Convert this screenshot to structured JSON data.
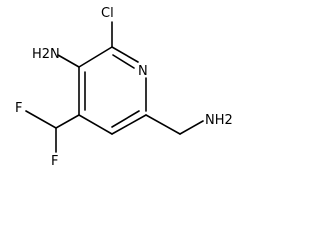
{
  "molecule": {
    "atoms": {
      "cl": "Cl",
      "n_ring": "N",
      "amino": "H2N",
      "aminomethyl": "NH2",
      "f_left": "F",
      "f_bottom": "F"
    }
  }
}
